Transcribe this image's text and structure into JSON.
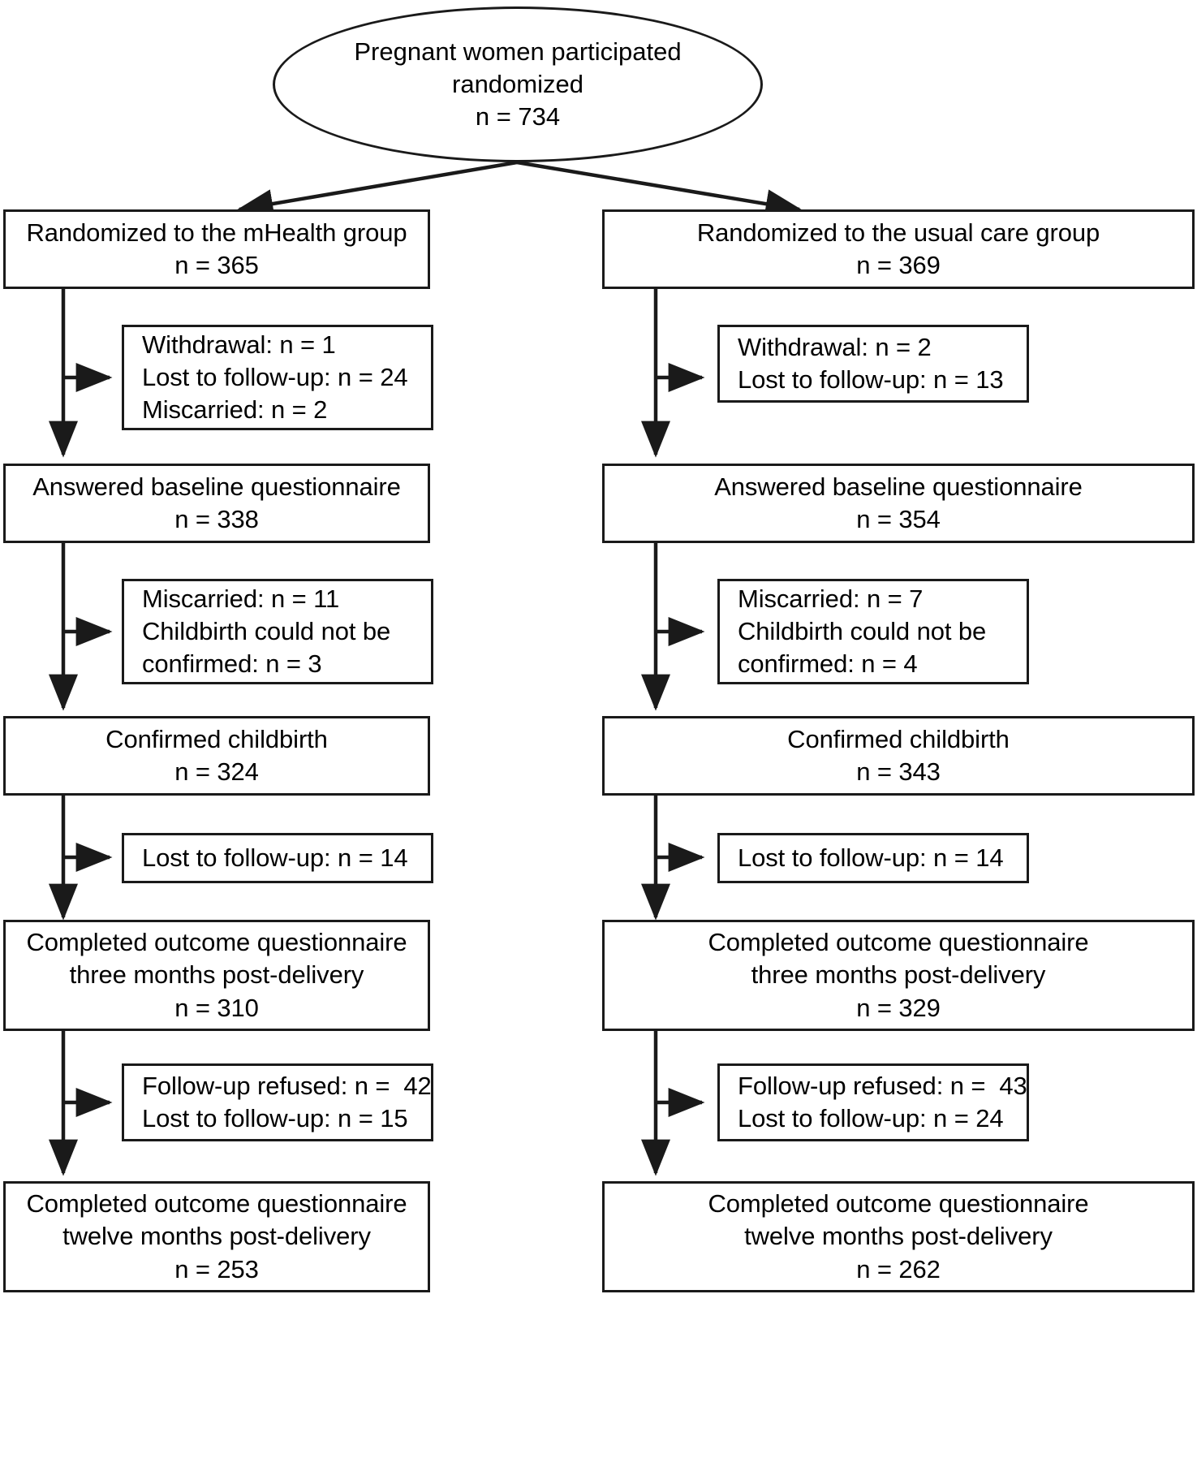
{
  "diagram": {
    "type": "consort-flow-diagram",
    "title": "CONSORT participant flow diagram",
    "root": {
      "id": "root-enrollment",
      "shape": "ellipse",
      "lines": [
        "Pregnant women participated",
        "randomized",
        "n = 734"
      ],
      "n": 734
    },
    "arms": [
      {
        "id": "mhealth-arm",
        "name": "mHealth group",
        "nodes": [
          {
            "id": "mhealth-randomized",
            "kind": "main",
            "align": "center",
            "lines": [
              "Randomized to the mHealth group",
              "n = 365"
            ],
            "n": 365
          },
          {
            "id": "mhealth-exclusion-1",
            "kind": "exclusion",
            "align": "left",
            "lines": [
              "Withdrawal: n = 1",
              "Lost to follow-up: n = 24",
              "Miscarried: n = 2"
            ]
          },
          {
            "id": "mhealth-baseline",
            "kind": "main",
            "align": "center",
            "lines": [
              "Answered baseline questionnaire",
              "n = 338"
            ],
            "n": 338
          },
          {
            "id": "mhealth-exclusion-2",
            "kind": "exclusion",
            "align": "left",
            "lines": [
              "Miscarried: n = 11",
              "Childbirth could not be",
              "confirmed: n = 3"
            ]
          },
          {
            "id": "mhealth-childbirth",
            "kind": "main",
            "align": "center",
            "lines": [
              "Confirmed childbirth",
              "n = 324"
            ],
            "n": 324
          },
          {
            "id": "mhealth-exclusion-3",
            "kind": "exclusion",
            "align": "left",
            "lines": [
              "Lost to follow-up: n = 14"
            ]
          },
          {
            "id": "mhealth-three-months",
            "kind": "main",
            "align": "center",
            "lines": [
              "Completed outcome questionnaire",
              "three months post-delivery",
              "n = 310"
            ],
            "n": 310
          },
          {
            "id": "mhealth-exclusion-4",
            "kind": "exclusion",
            "align": "left",
            "lines": [
              "Follow-up refused: n =  42",
              "Lost to follow-up: n = 15"
            ]
          },
          {
            "id": "mhealth-twelve-months",
            "kind": "main",
            "align": "center",
            "lines": [
              "Completed outcome questionnaire",
              "twelve months post-delivery",
              "n = 253"
            ],
            "n": 253
          }
        ]
      },
      {
        "id": "usual-care-arm",
        "name": "usual care group",
        "nodes": [
          {
            "id": "usual-randomized",
            "kind": "main",
            "align": "center",
            "lines": [
              "Randomized to the usual care group",
              "n = 369"
            ],
            "n": 369
          },
          {
            "id": "usual-exclusion-1",
            "kind": "exclusion",
            "align": "left",
            "lines": [
              "Withdrawal: n = 2",
              "Lost to follow-up: n = 13"
            ]
          },
          {
            "id": "usual-baseline",
            "kind": "main",
            "align": "center",
            "lines": [
              "Answered baseline questionnaire",
              "n = 354"
            ],
            "n": 354
          },
          {
            "id": "usual-exclusion-2",
            "kind": "exclusion",
            "align": "left",
            "lines": [
              "Miscarried: n = 7",
              "Childbirth could not be",
              "confirmed: n = 4"
            ]
          },
          {
            "id": "usual-childbirth",
            "kind": "main",
            "align": "center",
            "lines": [
              "Confirmed childbirth",
              "n = 343"
            ],
            "n": 343
          },
          {
            "id": "usual-exclusion-3",
            "kind": "exclusion",
            "align": "left",
            "lines": [
              "Lost to follow-up: n = 14"
            ]
          },
          {
            "id": "usual-three-months",
            "kind": "main",
            "align": "center",
            "lines": [
              "Completed outcome questionnaire",
              "three months post-delivery",
              "n = 329"
            ],
            "n": 329
          },
          {
            "id": "usual-exclusion-4",
            "kind": "exclusion",
            "align": "left",
            "lines": [
              "Follow-up refused: n =  43",
              "Lost to follow-up: n = 24"
            ]
          },
          {
            "id": "usual-twelve-months",
            "kind": "main",
            "align": "center",
            "lines": [
              "Completed outcome questionnaire",
              "twelve months post-delivery",
              "n = 262"
            ],
            "n": 262
          }
        ]
      }
    ],
    "colors": {
      "stroke": "#1a1a1a",
      "fill": "#ffffff",
      "text": "#000000"
    }
  }
}
